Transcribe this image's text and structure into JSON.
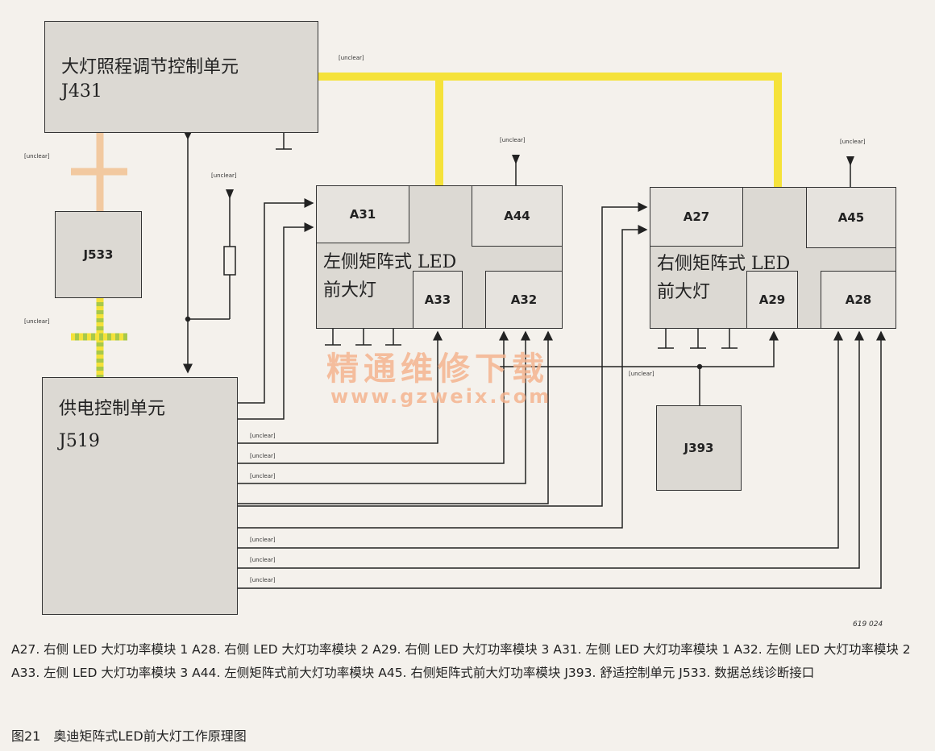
{
  "units": {
    "J431": {
      "name": "大灯照程调节控制单元",
      "code": "J431"
    },
    "J519": {
      "name": "供电控制单元",
      "code": "J519"
    },
    "J533": {
      "code": "J533"
    },
    "J393": {
      "code": "J393"
    },
    "left_headlight": {
      "line1": "左侧矩阵式 LED",
      "line2": "前大灯",
      "modules": [
        "A31",
        "A44",
        "A33",
        "A32"
      ]
    },
    "right_headlight": {
      "line1": "右侧矩阵式 LED",
      "line2": "前大灯",
      "modules": [
        "A27",
        "A45",
        "A29",
        "A28"
      ]
    }
  },
  "small_labels": {
    "unclear": "[unclear]"
  },
  "figure_id": "619 024",
  "watermark": {
    "title": "精通维修下载",
    "url": "www.gzweix.com"
  },
  "caption": "A27. 右侧 LED 大灯功率模块 1  A28. 右侧 LED 大灯功率模块 2  A29. 右侧 LED 大灯功率模块 3  A31. 左侧 LED 大灯功率模块 1  A32. 左侧 LED 大灯功率模块 2  A33. 左侧 LED 大灯功率模块 3  A44. 左侧矩阵式前大灯功率模块  A45. 右侧矩阵式前大灯功率模块  J393. 舒适控制单元  J533. 数据总线诊断接口",
  "figure_title": "图21　奥迪矩阵式LED前大灯工作原理图",
  "colors": {
    "yellow_bus": "#f5e23a",
    "orange_bus": "#f2c9a0",
    "green_bus": "#a8c94a",
    "box_fill": "#dcd9d3"
  }
}
